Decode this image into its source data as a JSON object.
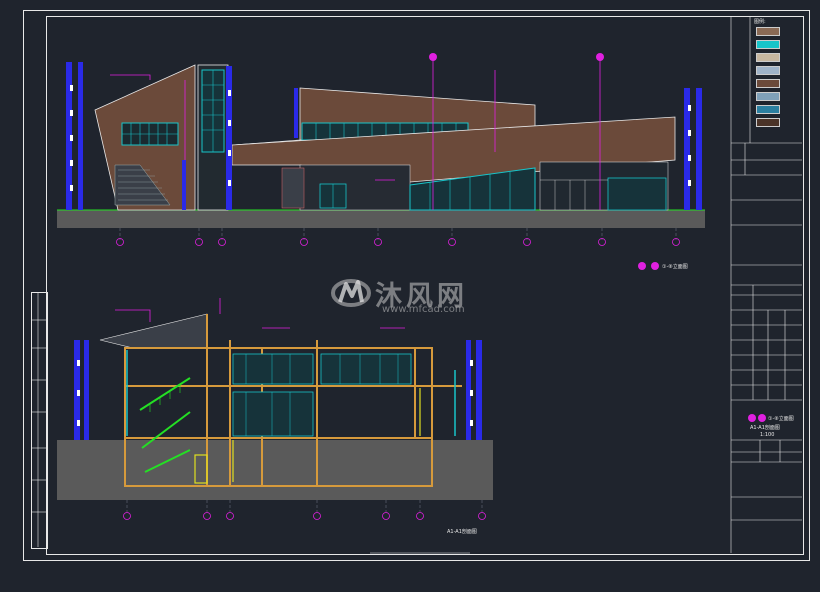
{
  "watermark": {
    "brand": "沐风网",
    "url": "www.mfcad.com"
  },
  "labels": {
    "elevation_title": "①-⑧立面图",
    "section_title": "A1-A1剖面图"
  },
  "title_block": {
    "legend_header": "图例:",
    "drawing_title_line1": "①-⑧立面图",
    "drawing_title_line2": "A1-A1剖面图",
    "scale": "1:100"
  },
  "colors": {
    "background": "#1f242d",
    "frame": "#e8e8e8",
    "brick": "#6b4a3a",
    "glass": "#18c4c9",
    "magenta": "#e020e0",
    "blue_column": "#2a2ae8",
    "section_cut": "#d69a3c",
    "stair_green": "#24e024",
    "ground": "#5a5a5a",
    "yellow": "#e0e020"
  },
  "legend_colors": [
    "#8a6a55",
    "#18c4c9",
    "#c7b7a0",
    "#9fb3c8",
    "#6b4a3a",
    "#7fa0b8",
    "#2b7fa0",
    "#4a3328"
  ]
}
